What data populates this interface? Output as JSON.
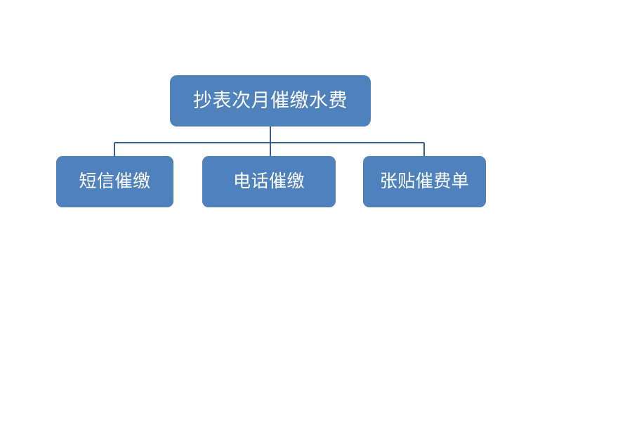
{
  "diagram": {
    "type": "org-chart",
    "orientation": "top-down",
    "background_color": "#FFFFFF",
    "node_fill_color": "#4F81BD",
    "node_text_color": "#FFFFFF",
    "connector_color": "#385D8A",
    "root": {
      "id": "root",
      "label": "抄表次月催缴水费"
    },
    "children": [
      {
        "id": "child-1",
        "label": "短信催缴"
      },
      {
        "id": "child-2",
        "label": "电话催缴"
      },
      {
        "id": "child-3",
        "label": "张贴催费单"
      }
    ]
  }
}
